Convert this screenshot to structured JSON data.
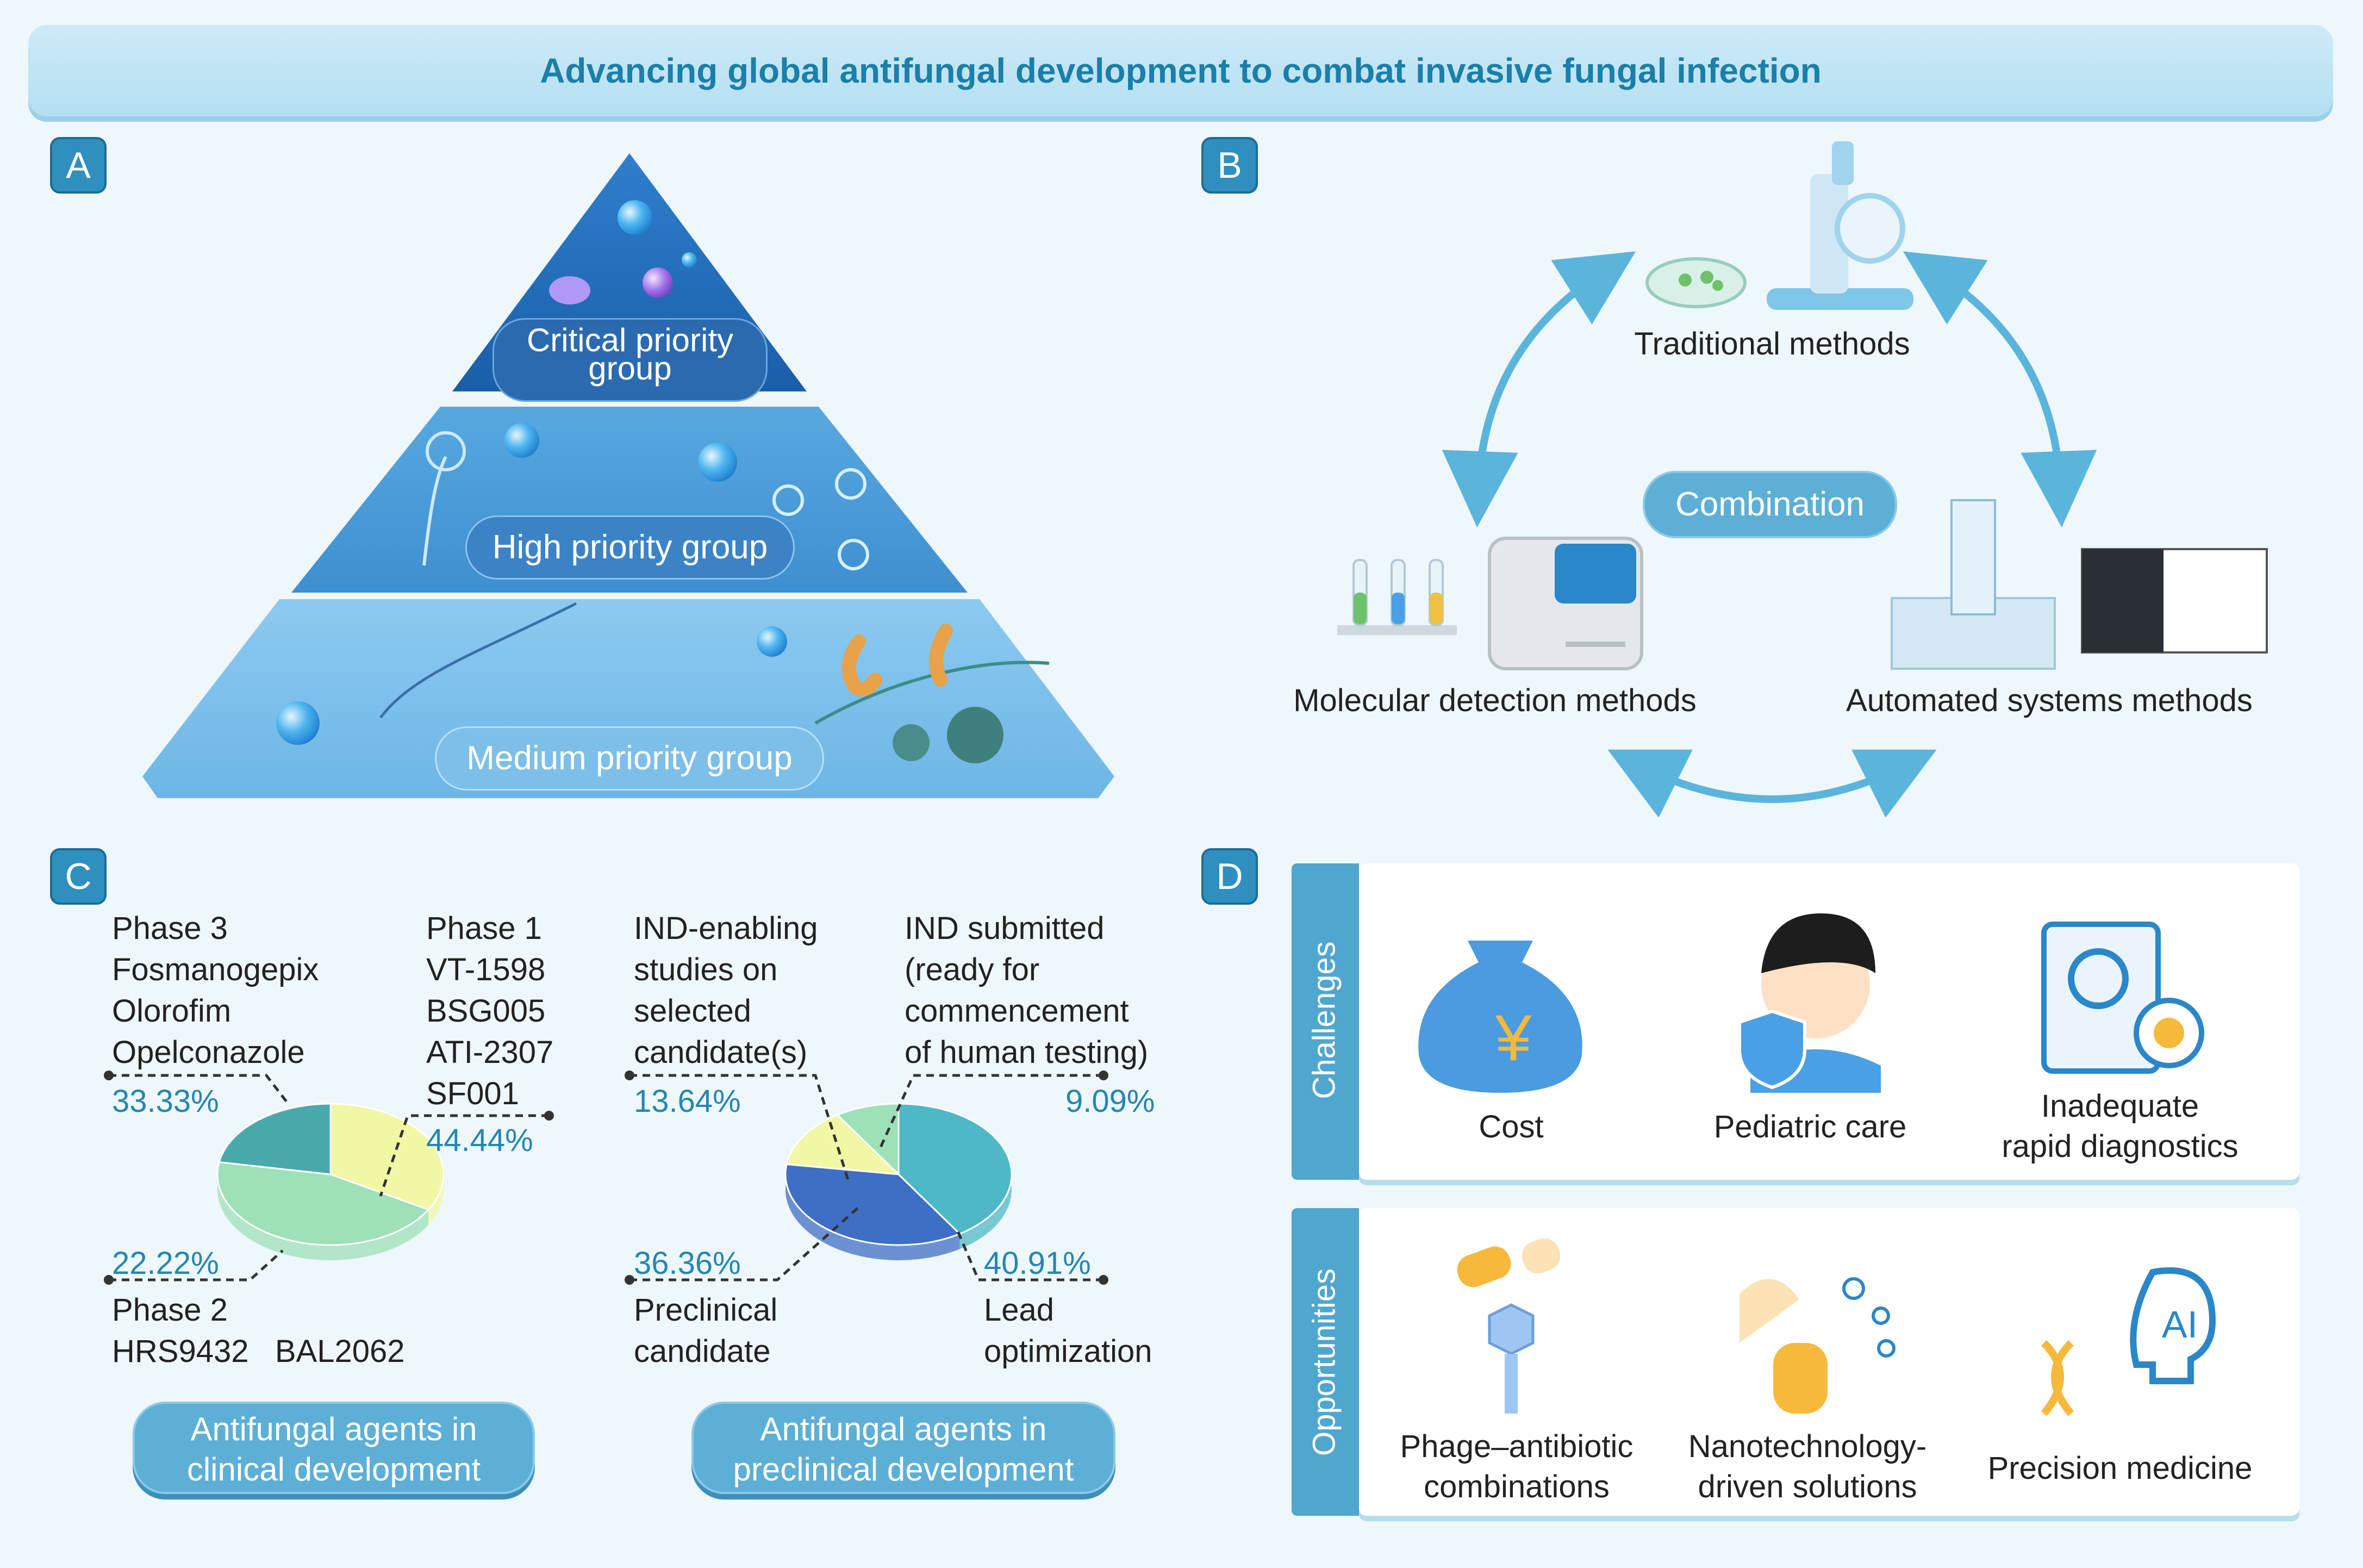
{
  "title": "Advancing global antifungal development to combat invasive fungal infection",
  "panels": {
    "a": "A",
    "b": "B",
    "c": "C",
    "d": "D"
  },
  "pyramid": {
    "critical": "Critical priority\ngroup",
    "high": "High priority group",
    "medium": "Medium priority group"
  },
  "methods": {
    "traditional": "Traditional methods",
    "combination": "Combination",
    "molecular": "Molecular detection methods",
    "automated": "Automated systems methods"
  },
  "clinical": {
    "phase3": "Phase 3\nFosmanogepix\nOlorofim\nOpelconazole",
    "phase1": "Phase 1\nVT-1598\nBSG005\nATI-2307\nSF001",
    "phase2": "Phase 2\nHRS9432   BAL2062",
    "pct_phase3": "33.33%",
    "pct_phase1": "44.44%",
    "pct_phase2": "22.22%",
    "caption": "Antifungal agents in\nclinical development"
  },
  "preclinical": {
    "ind_enabling": "IND-enabling\nstudies on\nselected\ncandidate(s)",
    "ind_submitted": "IND submitted\n(ready for\ncommencement\nof human testing)",
    "candidate": "Preclinical\ncandidate",
    "lead": "Lead\noptimization",
    "pct_ind_enabling": "13.64%",
    "pct_ind_submitted": "9.09%",
    "pct_candidate": "36.36%",
    "pct_lead": "40.91%",
    "caption": "Antifungal agents in\npreclinical development"
  },
  "chart_data": [
    {
      "type": "pie",
      "categories": [
        "Phase 3",
        "Phase 1",
        "Phase 2"
      ],
      "values": [
        33.33,
        44.44,
        22.22
      ],
      "colors": [
        "#f2f7a6",
        "#9ee0b8",
        "#4aa9ab"
      ]
    },
    {
      "type": "pie",
      "categories": [
        "IND-enabling studies on selected candidate(s)",
        "IND submitted (ready for commencement of human testing)",
        "Lead optimization",
        "Preclinical candidate"
      ],
      "values": [
        13.64,
        9.09,
        40.91,
        36.36
      ],
      "colors": [
        "#f2f7a6",
        "#9ee0b8",
        "#4fb8c6",
        "#3f6fc4"
      ]
    }
  ],
  "challenges": {
    "tab": "Challenges",
    "items": [
      "Cost",
      "Pediatric care",
      "Inadequate\nrapid diagnostics"
    ],
    "yen": "¥"
  },
  "opportunities": {
    "tab": "Opportunities",
    "items": [
      "Phage–antibiotic\ncombinations",
      "Nanotechnology-\ndriven solutions",
      "Precision medicine"
    ],
    "ai": "AI"
  }
}
